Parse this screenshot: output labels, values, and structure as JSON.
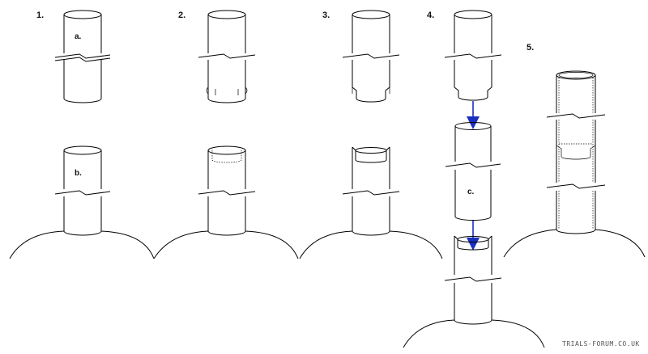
{
  "steps": [
    {
      "number": "1."
    },
    {
      "number": "2."
    },
    {
      "number": "3."
    },
    {
      "number": "4."
    },
    {
      "number": "5."
    }
  ],
  "parts": {
    "a": "a.",
    "b": "b.",
    "c": "c."
  },
  "watermark": "TRIALS-FORUM.CO.UK",
  "colors": {
    "line": "#000000",
    "arrow": "#1a2fbf",
    "background": "#ffffff"
  }
}
